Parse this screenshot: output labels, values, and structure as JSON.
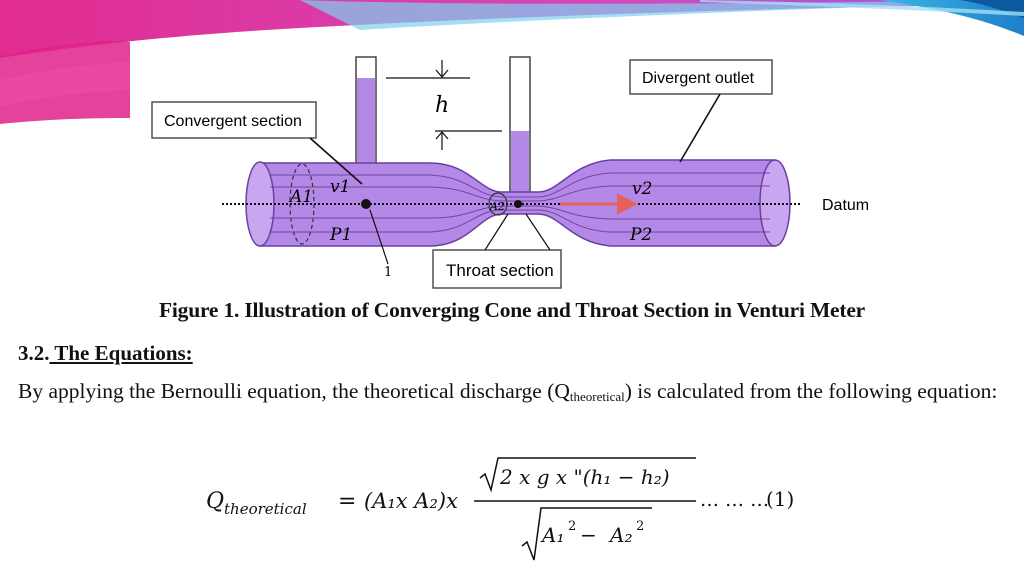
{
  "figure": {
    "labels": {
      "convergent": "Convergent section",
      "divergent": "Divergent outlet",
      "throat": "Throat section",
      "datum": "Datum",
      "h": "h",
      "v1": "v1",
      "v2": "v2",
      "A1": "A1",
      "A2": "A2",
      "P1": "P1",
      "P2": "P2",
      "point1": "1"
    },
    "colors": {
      "pipe_fill": "#b488e6",
      "pipe_stroke": "#6a3fa0",
      "arrow": "#e8605a"
    }
  },
  "caption": "Figure 1. Illustration of Converging Cone and Throat Section in Venturi Meter",
  "section": {
    "number": "3.2.",
    "title": " The Equations:"
  },
  "paragraph": {
    "before": "By applying the Bernoulli equation, the theoretical discharge (Q",
    "sub": "theoretical",
    "after": ") is calculated from the following equation:"
  },
  "equation": {
    "lhs_symbol": "Q",
    "lhs_sub": "theoretical",
    "equals": "=",
    "factor": "(A₁x A₂)x",
    "numerator": "2 x g x \"(h₁ − h₂)",
    "denominator_a": "A₁",
    "denominator_minus": " − ",
    "denominator_b": "A₂",
    "sup": "2",
    "dots": "… … …",
    "number": "(1)"
  }
}
